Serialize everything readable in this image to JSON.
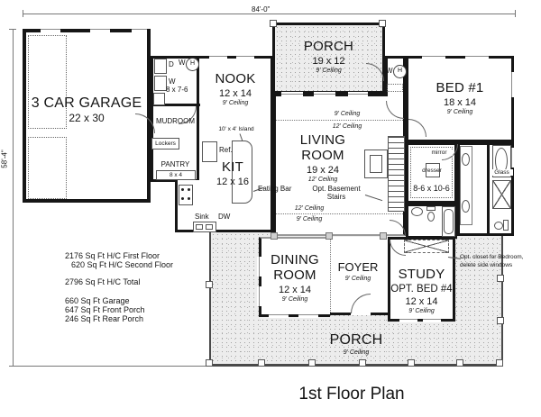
{
  "title": "1st Floor Plan",
  "dimensions": {
    "width": "84'-0\"",
    "height": "58'-4\""
  },
  "ceilings": {
    "c9": "9' Ceiling",
    "c12": "12' Ceiling"
  },
  "rooms": {
    "garage": {
      "name": "3 CAR GARAGE",
      "size": "22 x 30"
    },
    "laundry": {
      "dryer": "D",
      "washer": "W",
      "size": "8 x 7-6"
    },
    "mudroom": {
      "name": "MUDROOM"
    },
    "lockers": {
      "name": "Lockers"
    },
    "pantry": {
      "name": "PANTRY",
      "size": "8 x 4"
    },
    "nook": {
      "name": "NOOK",
      "size": "12 x 14"
    },
    "kitchen": {
      "name": "KIT",
      "size": "12 x 16"
    },
    "rear_porch": {
      "name": "PORCH",
      "size": "19 x 12"
    },
    "living": {
      "name": "LIVING ROOM",
      "size": "19 x 24"
    },
    "bed1": {
      "name": "BED #1",
      "size": "18 x 14"
    },
    "closet": {
      "size": "8-6 x 10-6"
    },
    "dining": {
      "name": "DINING ROOM",
      "size": "12 x 14"
    },
    "foyer": {
      "name": "FOYER"
    },
    "study": {
      "name": "STUDY",
      "alt": "OPT. BED #4",
      "size": "12 x 14"
    },
    "front_porch": {
      "name": "PORCH"
    }
  },
  "fixtures": {
    "water_heater_w": "W",
    "water_heater_h": "H",
    "ref": "Ref.",
    "island": "10' x 4' Island",
    "eating_bar": "Eating Bar",
    "sink": "Sink",
    "dw": "DW",
    "mirror": "mirror",
    "dresser": "dresser",
    "glass": "Glass"
  },
  "notes": {
    "basement_1": "Opt. Basement",
    "basement_2": "Stairs",
    "opt_closet_1": "Opt. closet for Bedroom,",
    "opt_closet_2": "delete side windows"
  },
  "stats": [
    "2176 Sq Ft H/C First Floor",
    "620 Sq Ft H/C Second Floor",
    "2796 Sq Ft H/C Total",
    "660 Sq Ft Garage",
    "647 Sq Ft Front Porch",
    "246 Sq Ft Rear Porch"
  ]
}
